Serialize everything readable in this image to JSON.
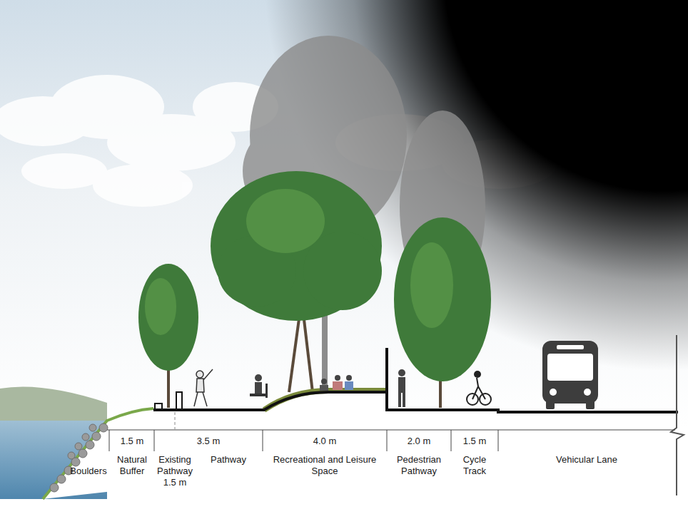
{
  "diagram": {
    "labels": [
      "1.5 m",
      "3.5 m",
      "4.0 m",
      "2.0 m",
      "1.5 m",
      "Boulders",
      "Natural Buffer",
      "Existing Pathway 1.5 m",
      "Pathway",
      "Recreational and Leisure Space",
      "Pedestrian Pathway",
      "Cycle Track",
      "Vehicular Lane"
    ]
  }
}
